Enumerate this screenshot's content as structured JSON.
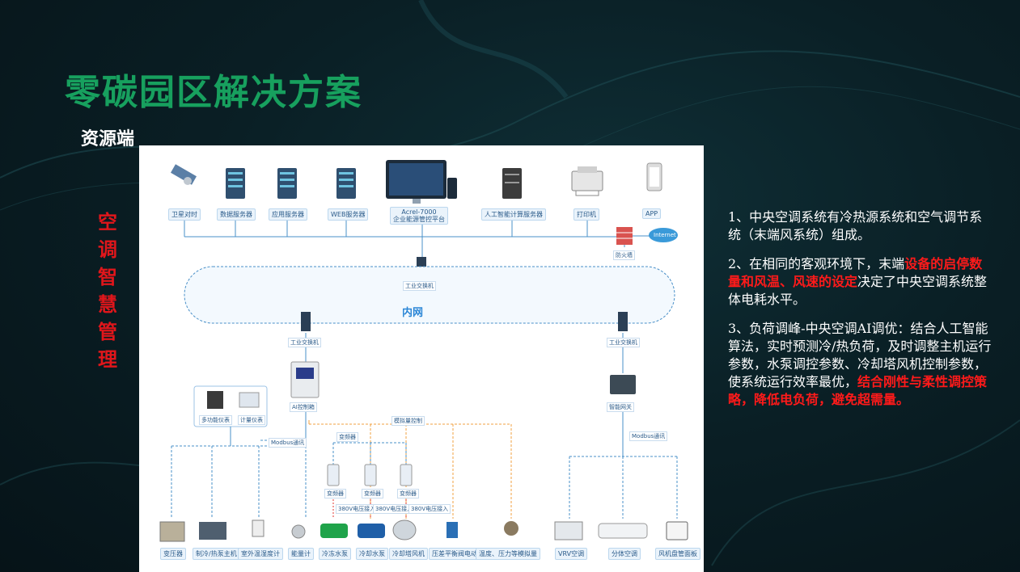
{
  "page": {
    "title": "零碳园区解决方案",
    "subtitle": "资源端",
    "vertical_label": "空调智慧管理"
  },
  "diagram": {
    "top_devices": [
      "卫星对时",
      "数据服务器",
      "应用服务器",
      "WEB服务器",
      "Acrel-7000\n企业能源管控平台",
      "人工智能计算服务器",
      "打印机",
      "APP"
    ],
    "firewall": "防火墙",
    "internet": "Internet",
    "switch_top": "工业交换机",
    "intranet": "内网",
    "switch_left": "工业交换机",
    "switch_right": "工业交换机",
    "ai_box": "AI控制箱",
    "gateway": "智能网关",
    "meters": [
      "多功能仪表",
      "计量仪表"
    ],
    "modbus_left": "Modbus通讯",
    "modbus_right": "Modbus通讯",
    "analog_control": "模拟量控制",
    "vfd_top": "变频器",
    "vfd_labels": [
      "变频器",
      "变频器",
      "变频器"
    ],
    "v380_labels": [
      "380V电压接入",
      "380V电压接入",
      "380V电压接入"
    ],
    "bottom_devices": [
      "变压器",
      "制冷/热泵主机",
      "室外温湿度计",
      "能量计",
      "冷冻水泵",
      "冷却水泵",
      "冷却塔风机",
      "压差平衡阀电动阀",
      "温度、压力等模拟量",
      "VRV空调",
      "分体空调",
      "风机盘管面板"
    ]
  },
  "description": {
    "p1": "1、中央空调系统有冷热源系统和空气调节系统（末端风系统）组成。",
    "p2_a": "2、在相同的客观环境下，末端",
    "p2_red": "设备的启停数量和风温、风速的设定",
    "p2_b": "决定了中央空调系统整体电耗水平。",
    "p3_a": "3、负荷调峰-中央空调AI调优：结合人工智能算法，实时预测冷/热负荷，及时调整主机运行参数，水泵调控参数、冷却塔风机控制参数，使系统运行效率最优，",
    "p3_red": "结合刚性与柔性调控策略，降低电负荷，避免超需量。"
  },
  "colors": {
    "title": "#17a05e",
    "highlight": "#ff1a1a",
    "diagram_line": "#4a90c8",
    "analog_line": "#f0a040"
  }
}
